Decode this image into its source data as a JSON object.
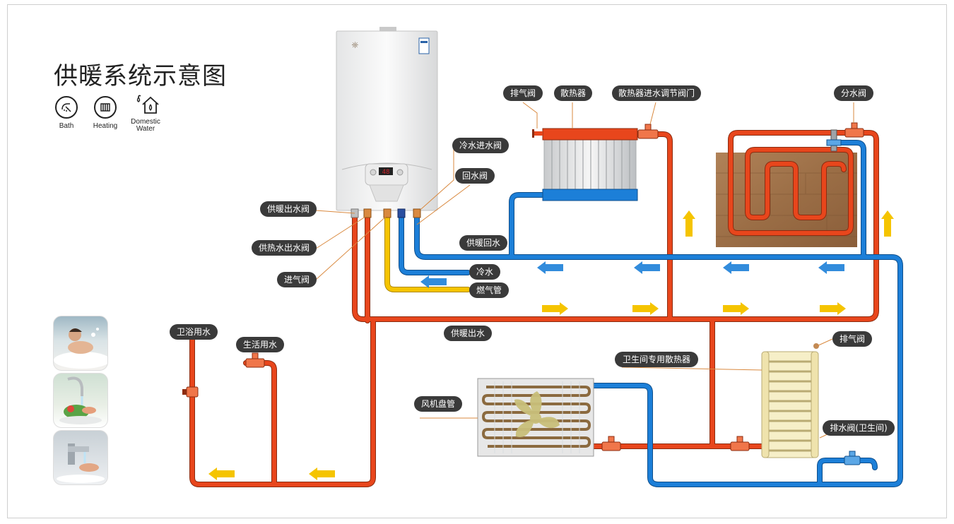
{
  "title": "供暖系统示意图",
  "legend": [
    {
      "label": "Bath",
      "icon": "shower-icon"
    },
    {
      "label": "Heating",
      "icon": "radiator-icon"
    },
    {
      "label": "Domestic Water",
      "line1": "Domestic",
      "line2": "Water",
      "icon": "house-water-icon"
    }
  ],
  "boiler": {
    "display": "48"
  },
  "labels": {
    "exhaust_valve_top": "排气阀",
    "radiator": "散热器",
    "radiator_inlet_valve": "散热器进水调节阀门",
    "manifold": "分水阀",
    "cold_inlet_valve": "冷水进水阀",
    "return_valve": "回水阀",
    "heating_out_valve": "供暖出水阀",
    "hot_water_out_valve": "供热水出水阀",
    "gas_inlet_valve": "进气阀",
    "heating_return": "供暖回水",
    "cold_water": "冷水",
    "gas_pipe": "燃气管",
    "heating_out": "供暖出水",
    "bath_water": "卫浴用水",
    "domestic_water": "生活用水",
    "bathroom_radiator": "卫生间专用散热器",
    "exhaust_valve_bath": "排气阀",
    "fan_coil": "风机盘管",
    "drain_valve": "排水阀(卫生间)"
  },
  "colors": {
    "hot": "#e8461c",
    "cold": "#1c7fd8",
    "gas": "#f5c400",
    "label_bg": "#3a3a3a",
    "arrow_hot": "#f5c400",
    "arrow_cold": "#1c7fd8"
  }
}
